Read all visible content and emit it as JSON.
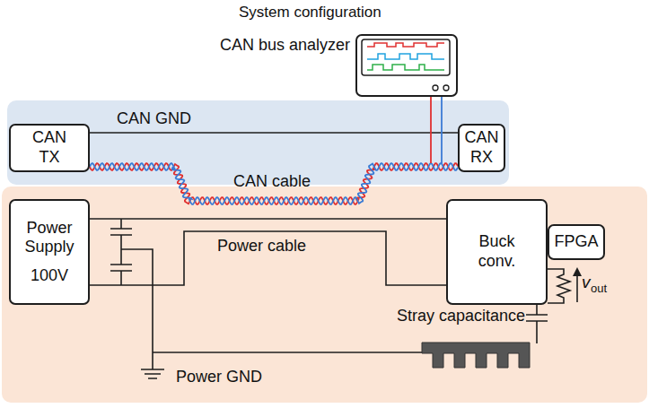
{
  "diagram": {
    "title": "System configuration",
    "nodes": [
      {
        "text": [
          "CAN bus analyzer"
        ]
      },
      {
        "text": [
          "CAN TX"
        ]
      },
      {
        "text": [
          "CAN RX"
        ]
      },
      {
        "text": [
          "Power Supply",
          "100V"
        ]
      },
      {
        "text": [
          "Buck conv."
        ]
      },
      {
        "text": [
          "FPGA"
        ]
      }
    ],
    "edges": [
      {
        "from": 1,
        "to": 2,
        "label": "CAN GND",
        "arrow": "none"
      },
      {
        "from": 1,
        "to": 2,
        "label": "CAN cable",
        "arrow": "none"
      },
      {
        "from": 0,
        "to": 2,
        "arrow": "none"
      },
      {
        "from": 3,
        "to": 4,
        "label": "Power cable",
        "arrow": "none"
      }
    ],
    "labels": [
      "Stray capacitance",
      "Power GND",
      "v",
      "out"
    ]
  }
}
